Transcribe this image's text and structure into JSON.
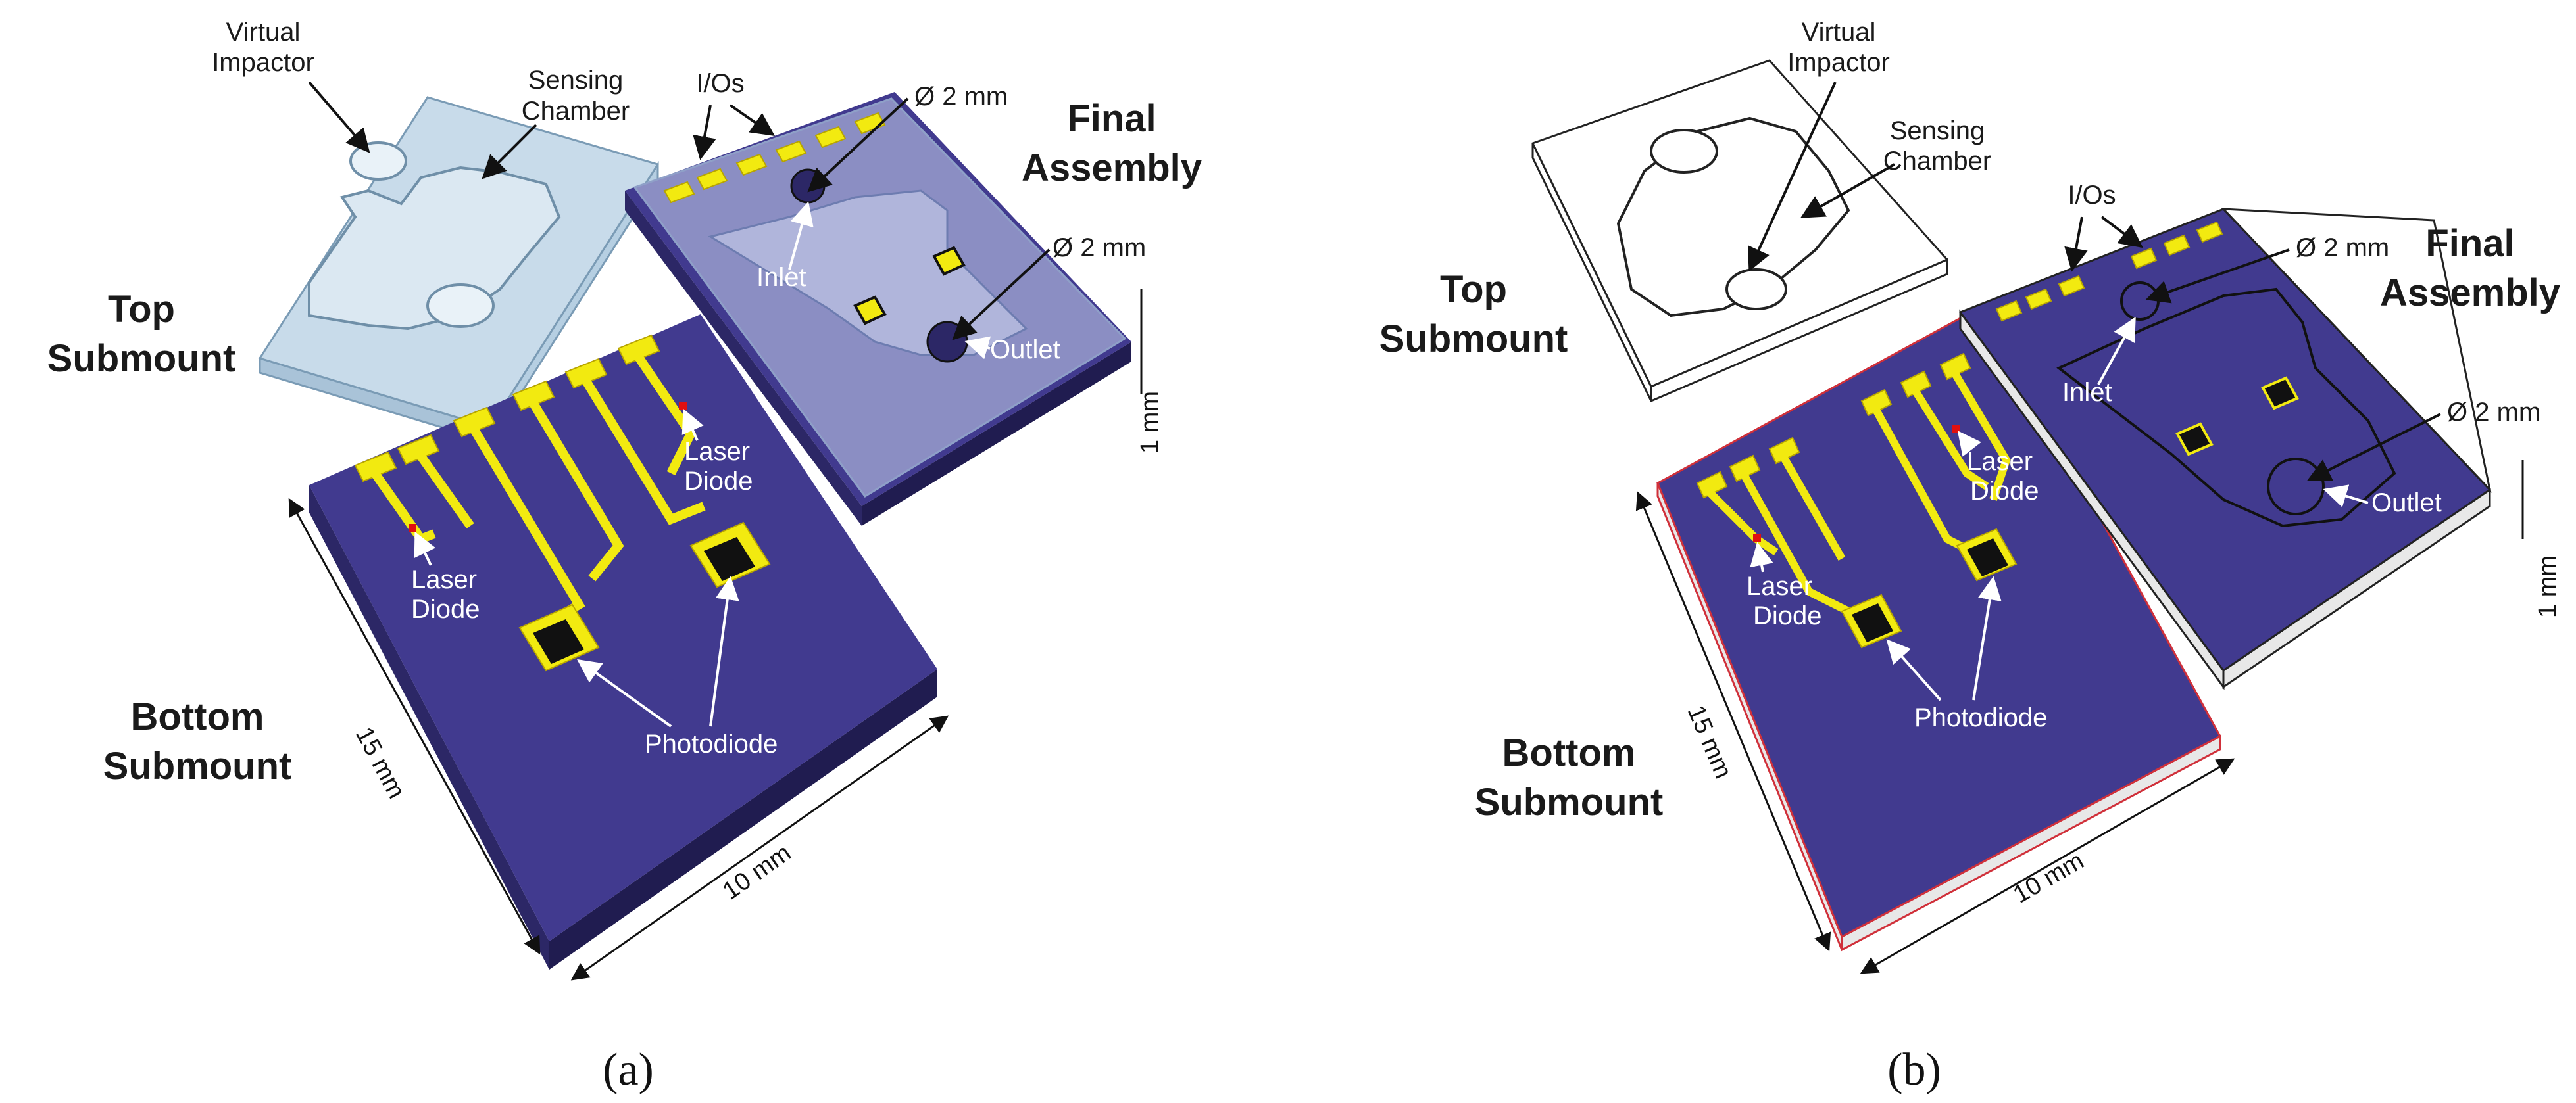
{
  "colors": {
    "substrate_top": "#413a8f",
    "substrate_side": "#2c2766",
    "substrate_side2": "#201c50",
    "pad": "#f2ea10",
    "pad_edge": "#b7a400",
    "glass": "#c8dbea",
    "glass_edge": "#7a9bb5",
    "laser": "#e01010",
    "detector": "#111111",
    "outline_sheet": "#ffffff",
    "sheet_stroke": "#222222",
    "base_white": "#e8e8e8",
    "red_edge": "#d0303a"
  },
  "panel_a": {
    "caption": "(a)",
    "top_submount": [
      "Top",
      "Submount"
    ],
    "bottom_submount": [
      "Bottom",
      "Submount"
    ],
    "final_assembly": [
      "Final",
      "Assembly"
    ],
    "virtual_impactor": [
      "Virtual",
      "Impactor"
    ],
    "sensing_chamber": [
      "Sensing",
      "Chamber"
    ],
    "ios": "I/Os",
    "diameter_1": "Ø 2 mm",
    "diameter_2": "Ø 2 mm",
    "inlet": "Inlet",
    "outlet": "Outlet",
    "laser_diode": [
      "Laser",
      "Diode"
    ],
    "photodiode": "Photodiode",
    "dim_length": "15 mm",
    "dim_width": "10 mm",
    "dim_thickness": "1 mm"
  },
  "panel_b": {
    "caption": "(b)",
    "top_submount": [
      "Top",
      "Submount"
    ],
    "bottom_submount": [
      "Bottom",
      "Submount"
    ],
    "final_assembly": [
      "Final",
      "Assembly"
    ],
    "virtual_impactor": [
      "Virtual",
      "Impactor"
    ],
    "sensing_chamber": [
      "Sensing",
      "Chamber"
    ],
    "ios": "I/Os",
    "diameter_1": "Ø 2 mm",
    "diameter_2": "Ø 2 mm",
    "inlet": "Inlet",
    "outlet": "Outlet",
    "laser_diode": [
      "Laser",
      "Diode"
    ],
    "photodiode": "Photodiode",
    "dim_length": "15 mm",
    "dim_width": "10 mm",
    "dim_thickness": "1 mm"
  }
}
